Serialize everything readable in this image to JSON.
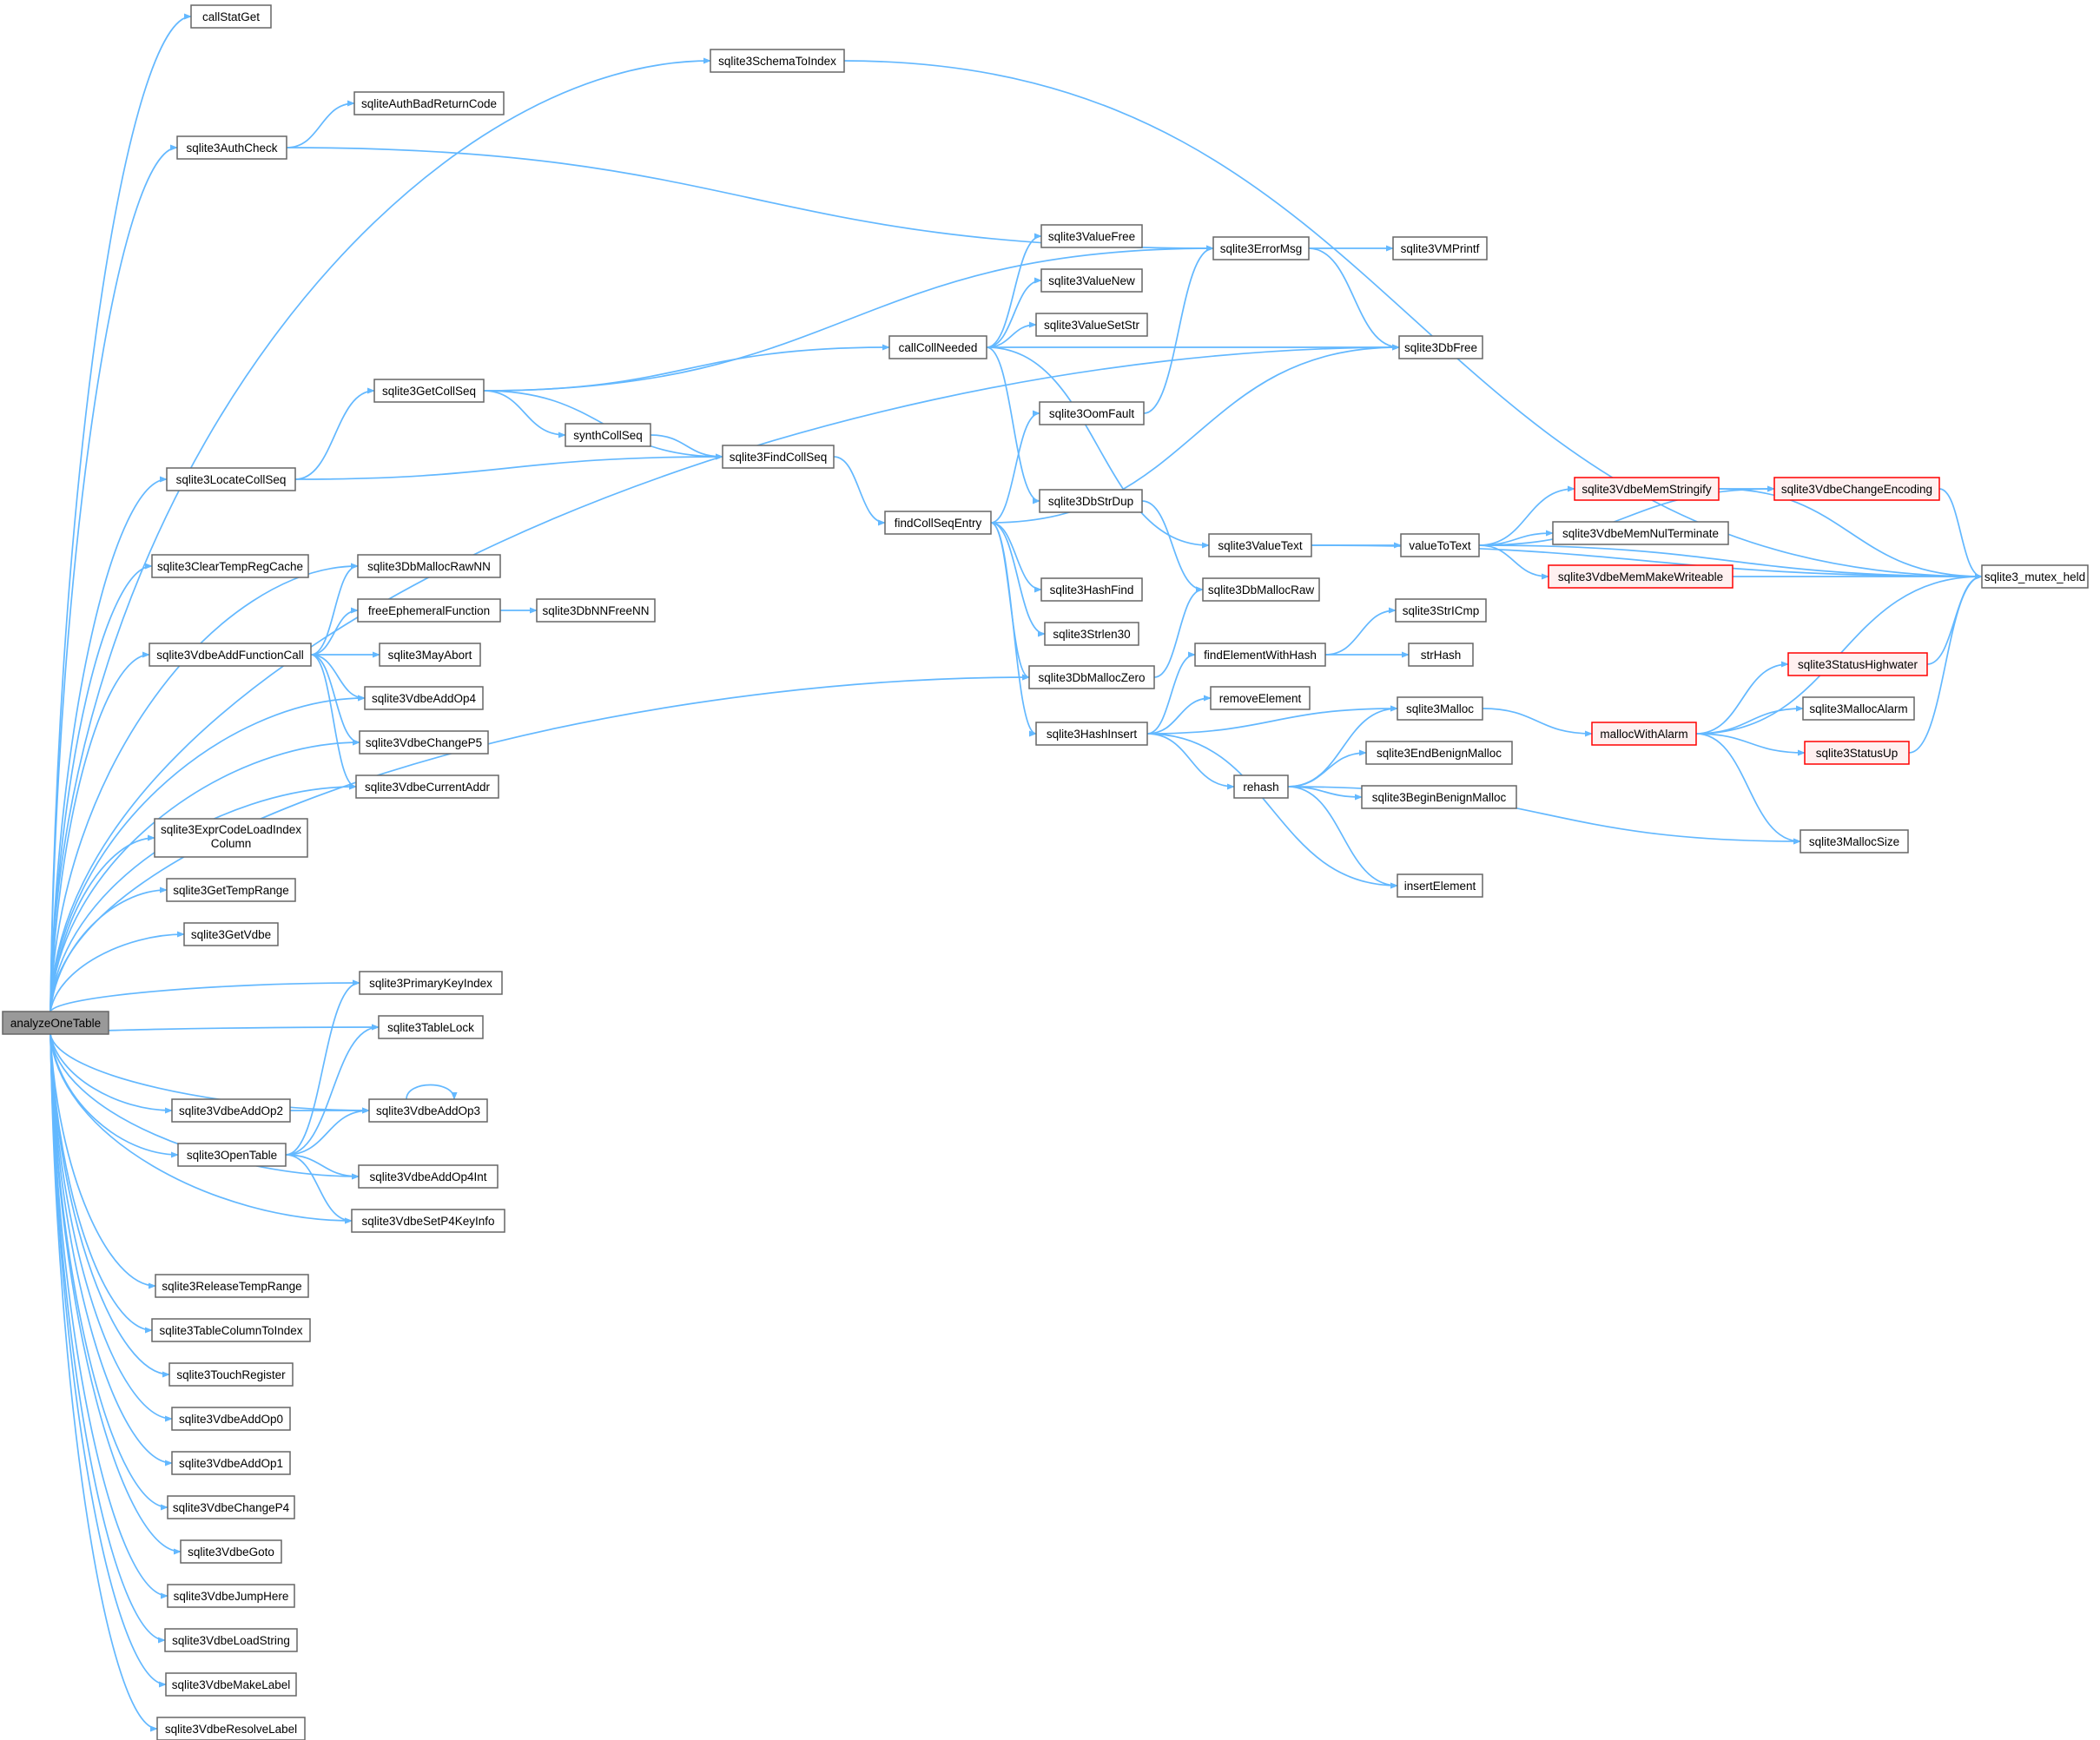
{
  "colors": {
    "edge": "#63b8ff",
    "node_border": "#666666",
    "red_border": "#ff0000",
    "root_fill": "#999999"
  },
  "nodes": {
    "analyzeOneTable": {
      "label": "analyzeOneTable",
      "style": "root"
    },
    "callStatGet": {
      "label": "callStatGet"
    },
    "sqlite3SchemaToIndex": {
      "label": "sqlite3SchemaToIndex"
    },
    "sqliteAuthBadReturnCode": {
      "label": "sqliteAuthBadReturnCode"
    },
    "sqlite3AuthCheck": {
      "label": "sqlite3AuthCheck"
    },
    "sqlite3ErrorMsg": {
      "label": "sqlite3ErrorMsg"
    },
    "sqlite3VMPrintf": {
      "label": "sqlite3VMPrintf"
    },
    "sqlite3ValueFree": {
      "label": "sqlite3ValueFree"
    },
    "sqlite3ValueNew": {
      "label": "sqlite3ValueNew"
    },
    "sqlite3ValueSetStr": {
      "label": "sqlite3ValueSetStr"
    },
    "callCollNeeded": {
      "label": "callCollNeeded"
    },
    "sqlite3DbFree": {
      "label": "sqlite3DbFree"
    },
    "sqlite3GetCollSeq": {
      "label": "sqlite3GetCollSeq"
    },
    "sqlite3OomFault": {
      "label": "sqlite3OomFault"
    },
    "synthCollSeq": {
      "label": "synthCollSeq"
    },
    "sqlite3FindCollSeq": {
      "label": "sqlite3FindCollSeq"
    },
    "sqlite3LocateCollSeq": {
      "label": "sqlite3LocateCollSeq"
    },
    "sqlite3VdbeMemStringify": {
      "label": "sqlite3VdbeMemStringify",
      "style": "red"
    },
    "sqlite3VdbeChangeEncoding": {
      "label": "sqlite3VdbeChangeEncoding",
      "style": "red"
    },
    "findCollSeqEntry": {
      "label": "findCollSeqEntry"
    },
    "sqlite3DbStrDup": {
      "label": "sqlite3DbStrDup"
    },
    "sqlite3VdbeMemNulTerminate": {
      "label": "sqlite3VdbeMemNulTerminate"
    },
    "sqlite3ValueText": {
      "label": "sqlite3ValueText"
    },
    "valueToText": {
      "label": "valueToText"
    },
    "sqlite3ClearTempRegCache": {
      "label": "sqlite3ClearTempRegCache"
    },
    "sqlite3DbMallocRawNN": {
      "label": "sqlite3DbMallocRawNN"
    },
    "sqlite3VdbeMemMakeWriteable": {
      "label": "sqlite3VdbeMemMakeWriteable",
      "style": "red"
    },
    "sqlite3_mutex_held": {
      "label": "sqlite3_mutex_held"
    },
    "sqlite3HashFind": {
      "label": "sqlite3HashFind"
    },
    "sqlite3DbMallocRaw": {
      "label": "sqlite3DbMallocRaw"
    },
    "freeEphemeralFunction": {
      "label": "freeEphemeralFunction"
    },
    "sqlite3DbNNFreeNN": {
      "label": "sqlite3DbNNFreeNN"
    },
    "sqlite3StrICmp": {
      "label": "sqlite3StrICmp"
    },
    "sqlite3Strlen30": {
      "label": "sqlite3Strlen30"
    },
    "sqlite3VdbeAddFunctionCall": {
      "label": "sqlite3VdbeAddFunctionCall"
    },
    "sqlite3MayAbort": {
      "label": "sqlite3MayAbort"
    },
    "findElementWithHash": {
      "label": "findElementWithHash"
    },
    "strHash": {
      "label": "strHash"
    },
    "sqlite3DbMallocZero": {
      "label": "sqlite3DbMallocZero"
    },
    "sqlite3StatusHighwater": {
      "label": "sqlite3StatusHighwater",
      "style": "red"
    },
    "sqlite3VdbeAddOp4": {
      "label": "sqlite3VdbeAddOp4"
    },
    "removeElement": {
      "label": "removeElement"
    },
    "sqlite3Malloc": {
      "label": "sqlite3Malloc"
    },
    "sqlite3MallocAlarm": {
      "label": "sqlite3MallocAlarm"
    },
    "sqlite3HashInsert": {
      "label": "sqlite3HashInsert"
    },
    "mallocWithAlarm": {
      "label": "mallocWithAlarm",
      "style": "red"
    },
    "sqlite3VdbeChangeP5": {
      "label": "sqlite3VdbeChangeP5"
    },
    "sqlite3EndBenignMalloc": {
      "label": "sqlite3EndBenignMalloc"
    },
    "sqlite3StatusUp": {
      "label": "sqlite3StatusUp",
      "style": "red"
    },
    "sqlite3VdbeCurrentAddr": {
      "label": "sqlite3VdbeCurrentAddr"
    },
    "rehash": {
      "label": "rehash"
    },
    "sqlite3BeginBenignMalloc": {
      "label": "sqlite3BeginBenignMalloc"
    },
    "sqlite3ExprCodeLoadIndexColumn": {
      "label": "sqlite3ExprCodeLoadIndexColumn"
    },
    "sqlite3MallocSize": {
      "label": "sqlite3MallocSize"
    },
    "insertElement": {
      "label": "insertElement"
    },
    "sqlite3GetTempRange": {
      "label": "sqlite3GetTempRange"
    },
    "sqlite3GetVdbe": {
      "label": "sqlite3GetVdbe"
    },
    "sqlite3PrimaryKeyIndex": {
      "label": "sqlite3PrimaryKeyIndex"
    },
    "sqlite3TableLock": {
      "label": "sqlite3TableLock"
    },
    "sqlite3VdbeAddOp2": {
      "label": "sqlite3VdbeAddOp2"
    },
    "sqlite3VdbeAddOp3": {
      "label": "sqlite3VdbeAddOp3"
    },
    "sqlite3OpenTable": {
      "label": "sqlite3OpenTable"
    },
    "sqlite3VdbeAddOp4Int": {
      "label": "sqlite3VdbeAddOp4Int"
    },
    "sqlite3VdbeSetP4KeyInfo": {
      "label": "sqlite3VdbeSetP4KeyInfo"
    },
    "sqlite3ReleaseTempRange": {
      "label": "sqlite3ReleaseTempRange"
    },
    "sqlite3TableColumnToIndex": {
      "label": "sqlite3TableColumnToIndex"
    },
    "sqlite3TouchRegister": {
      "label": "sqlite3TouchRegister"
    },
    "sqlite3VdbeAddOp0": {
      "label": "sqlite3VdbeAddOp0"
    },
    "sqlite3VdbeAddOp1": {
      "label": "sqlite3VdbeAddOp1"
    },
    "sqlite3VdbeChangeP4": {
      "label": "sqlite3VdbeChangeP4"
    },
    "sqlite3VdbeGoto": {
      "label": "sqlite3VdbeGoto"
    },
    "sqlite3VdbeJumpHere": {
      "label": "sqlite3VdbeJumpHere"
    },
    "sqlite3VdbeLoadString": {
      "label": "sqlite3VdbeLoadString"
    },
    "sqlite3VdbeMakeLabel": {
      "label": "sqlite3VdbeMakeLabel"
    },
    "sqlite3VdbeResolveLabel": {
      "label": "sqlite3VdbeResolveLabel"
    }
  },
  "edges": [
    [
      "analyzeOneTable",
      "callStatGet"
    ],
    [
      "analyzeOneTable",
      "sqlite3SchemaToIndex"
    ],
    [
      "analyzeOneTable",
      "sqlite3AuthCheck"
    ],
    [
      "analyzeOneTable",
      "sqlite3DbFree"
    ],
    [
      "analyzeOneTable",
      "sqlite3LocateCollSeq"
    ],
    [
      "analyzeOneTable",
      "sqlite3DbMallocZero"
    ],
    [
      "analyzeOneTable",
      "sqlite3ClearTempRegCache"
    ],
    [
      "analyzeOneTable",
      "sqlite3DbMallocRawNN"
    ],
    [
      "analyzeOneTable",
      "sqlite3VdbeAddFunctionCall"
    ],
    [
      "analyzeOneTable",
      "sqlite3VdbeAddOp4"
    ],
    [
      "analyzeOneTable",
      "sqlite3VdbeChangeP5"
    ],
    [
      "analyzeOneTable",
      "sqlite3VdbeCurrentAddr"
    ],
    [
      "analyzeOneTable",
      "sqlite3ExprCodeLoadIndexColumn"
    ],
    [
      "analyzeOneTable",
      "sqlite3GetTempRange"
    ],
    [
      "analyzeOneTable",
      "sqlite3GetVdbe"
    ],
    [
      "analyzeOneTable",
      "sqlite3PrimaryKeyIndex"
    ],
    [
      "analyzeOneTable",
      "sqlite3TableLock"
    ],
    [
      "analyzeOneTable",
      "sqlite3VdbeAddOp2"
    ],
    [
      "analyzeOneTable",
      "sqlite3VdbeAddOp3"
    ],
    [
      "analyzeOneTable",
      "sqlite3OpenTable"
    ],
    [
      "analyzeOneTable",
      "sqlite3VdbeAddOp4Int"
    ],
    [
      "analyzeOneTable",
      "sqlite3VdbeSetP4KeyInfo"
    ],
    [
      "analyzeOneTable",
      "sqlite3ReleaseTempRange"
    ],
    [
      "analyzeOneTable",
      "sqlite3TableColumnToIndex"
    ],
    [
      "analyzeOneTable",
      "sqlite3TouchRegister"
    ],
    [
      "analyzeOneTable",
      "sqlite3VdbeAddOp0"
    ],
    [
      "analyzeOneTable",
      "sqlite3VdbeAddOp1"
    ],
    [
      "analyzeOneTable",
      "sqlite3VdbeChangeP4"
    ],
    [
      "analyzeOneTable",
      "sqlite3VdbeGoto"
    ],
    [
      "analyzeOneTable",
      "sqlite3VdbeJumpHere"
    ],
    [
      "analyzeOneTable",
      "sqlite3VdbeLoadString"
    ],
    [
      "analyzeOneTable",
      "sqlite3VdbeMakeLabel"
    ],
    [
      "analyzeOneTable",
      "sqlite3VdbeResolveLabel"
    ],
    [
      "sqlite3SchemaToIndex",
      "sqlite3_mutex_held"
    ],
    [
      "sqlite3AuthCheck",
      "sqliteAuthBadReturnCode"
    ],
    [
      "sqlite3AuthCheck",
      "sqlite3ErrorMsg"
    ],
    [
      "sqlite3ErrorMsg",
      "sqlite3VMPrintf"
    ],
    [
      "sqlite3ErrorMsg",
      "sqlite3DbFree"
    ],
    [
      "sqlite3LocateCollSeq",
      "sqlite3GetCollSeq"
    ],
    [
      "sqlite3LocateCollSeq",
      "sqlite3FindCollSeq"
    ],
    [
      "sqlite3GetCollSeq",
      "sqlite3ErrorMsg"
    ],
    [
      "sqlite3GetCollSeq",
      "callCollNeeded"
    ],
    [
      "sqlite3GetCollSeq",
      "synthCollSeq"
    ],
    [
      "sqlite3GetCollSeq",
      "sqlite3FindCollSeq"
    ],
    [
      "synthCollSeq",
      "sqlite3FindCollSeq"
    ],
    [
      "sqlite3FindCollSeq",
      "findCollSeqEntry"
    ],
    [
      "callCollNeeded",
      "sqlite3ValueFree"
    ],
    [
      "callCollNeeded",
      "sqlite3ValueNew"
    ],
    [
      "callCollNeeded",
      "sqlite3ValueSetStr"
    ],
    [
      "callCollNeeded",
      "sqlite3DbFree"
    ],
    [
      "callCollNeeded",
      "sqlite3DbStrDup"
    ],
    [
      "callCollNeeded",
      "sqlite3ValueText"
    ],
    [
      "findCollSeqEntry",
      "sqlite3OomFault"
    ],
    [
      "findCollSeqEntry",
      "sqlite3DbFree"
    ],
    [
      "findCollSeqEntry",
      "sqlite3HashFind"
    ],
    [
      "findCollSeqEntry",
      "sqlite3Strlen30"
    ],
    [
      "findCollSeqEntry",
      "sqlite3DbMallocZero"
    ],
    [
      "findCollSeqEntry",
      "sqlite3HashInsert"
    ],
    [
      "sqlite3OomFault",
      "sqlite3ErrorMsg"
    ],
    [
      "sqlite3DbStrDup",
      "sqlite3DbMallocRaw"
    ],
    [
      "sqlite3DbMallocZero",
      "sqlite3DbMallocRaw"
    ],
    [
      "sqlite3ValueText",
      "valueToText"
    ],
    [
      "sqlite3ValueText",
      "sqlite3_mutex_held"
    ],
    [
      "valueToText",
      "sqlite3VdbeMemStringify"
    ],
    [
      "valueToText",
      "sqlite3VdbeChangeEncoding"
    ],
    [
      "valueToText",
      "sqlite3VdbeMemNulTerminate"
    ],
    [
      "valueToText",
      "sqlite3VdbeMemMakeWriteable"
    ],
    [
      "valueToText",
      "sqlite3_mutex_held"
    ],
    [
      "sqlite3VdbeMemStringify",
      "sqlite3VdbeChangeEncoding"
    ],
    [
      "sqlite3VdbeMemStringify",
      "sqlite3_mutex_held"
    ],
    [
      "sqlite3VdbeChangeEncoding",
      "sqlite3_mutex_held"
    ],
    [
      "sqlite3VdbeMemMakeWriteable",
      "sqlite3_mutex_held"
    ],
    [
      "sqlite3HashInsert",
      "findElementWithHash"
    ],
    [
      "sqlite3HashInsert",
      "removeElement"
    ],
    [
      "sqlite3HashInsert",
      "sqlite3Malloc"
    ],
    [
      "sqlite3HashInsert",
      "rehash"
    ],
    [
      "sqlite3HashInsert",
      "insertElement"
    ],
    [
      "findElementWithHash",
      "sqlite3StrICmp"
    ],
    [
      "findElementWithHash",
      "strHash"
    ],
    [
      "rehash",
      "sqlite3Malloc"
    ],
    [
      "rehash",
      "sqlite3EndBenignMalloc"
    ],
    [
      "rehash",
      "sqlite3BeginBenignMalloc"
    ],
    [
      "rehash",
      "sqlite3MallocSize"
    ],
    [
      "rehash",
      "insertElement"
    ],
    [
      "sqlite3Malloc",
      "mallocWithAlarm"
    ],
    [
      "mallocWithAlarm",
      "sqlite3StatusHighwater"
    ],
    [
      "mallocWithAlarm",
      "sqlite3MallocAlarm"
    ],
    [
      "mallocWithAlarm",
      "sqlite3StatusUp"
    ],
    [
      "mallocWithAlarm",
      "sqlite3MallocSize"
    ],
    [
      "mallocWithAlarm",
      "sqlite3_mutex_held"
    ],
    [
      "sqlite3StatusHighwater",
      "sqlite3_mutex_held"
    ],
    [
      "sqlite3StatusUp",
      "sqlite3_mutex_held"
    ],
    [
      "sqlite3VdbeAddFunctionCall",
      "sqlite3DbMallocRawNN"
    ],
    [
      "sqlite3VdbeAddFunctionCall",
      "freeEphemeralFunction"
    ],
    [
      "sqlite3VdbeAddFunctionCall",
      "sqlite3MayAbort"
    ],
    [
      "sqlite3VdbeAddFunctionCall",
      "sqlite3VdbeAddOp4"
    ],
    [
      "sqlite3VdbeAddFunctionCall",
      "sqlite3VdbeChangeP5"
    ],
    [
      "sqlite3VdbeAddFunctionCall",
      "sqlite3VdbeCurrentAddr"
    ],
    [
      "freeEphemeralFunction",
      "sqlite3DbNNFreeNN"
    ],
    [
      "sqlite3VdbeAddOp2",
      "sqlite3VdbeAddOp3"
    ],
    [
      "sqlite3VdbeAddOp3",
      "sqlite3VdbeAddOp3"
    ],
    [
      "sqlite3OpenTable",
      "sqlite3PrimaryKeyIndex"
    ],
    [
      "sqlite3OpenTable",
      "sqlite3TableLock"
    ],
    [
      "sqlite3OpenTable",
      "sqlite3VdbeAddOp3"
    ],
    [
      "sqlite3OpenTable",
      "sqlite3VdbeAddOp4Int"
    ],
    [
      "sqlite3OpenTable",
      "sqlite3VdbeSetP4KeyInfo"
    ]
  ]
}
